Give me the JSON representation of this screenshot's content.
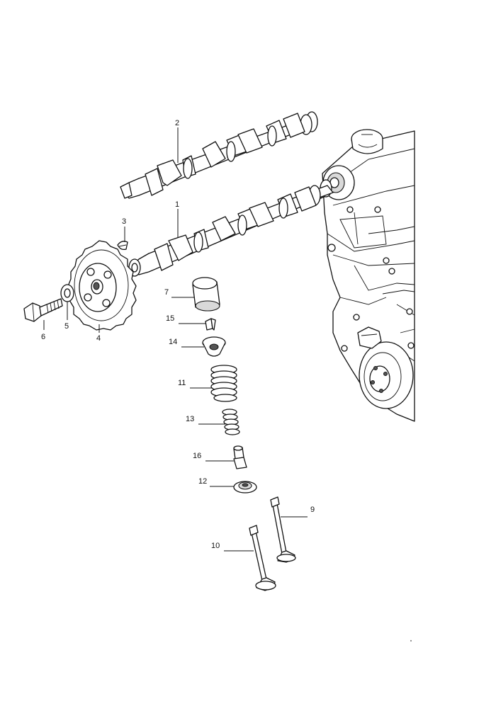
{
  "callouts": {
    "c1": "1",
    "c2": "2",
    "c3": "3",
    "c4": "4",
    "c5": "5",
    "c6": "6",
    "c7": "7",
    "c9": "9",
    "c10": "10",
    "c11": "11",
    "c12": "12",
    "c13": "13",
    "c14": "14",
    "c15": "15",
    "c16": "16"
  }
}
